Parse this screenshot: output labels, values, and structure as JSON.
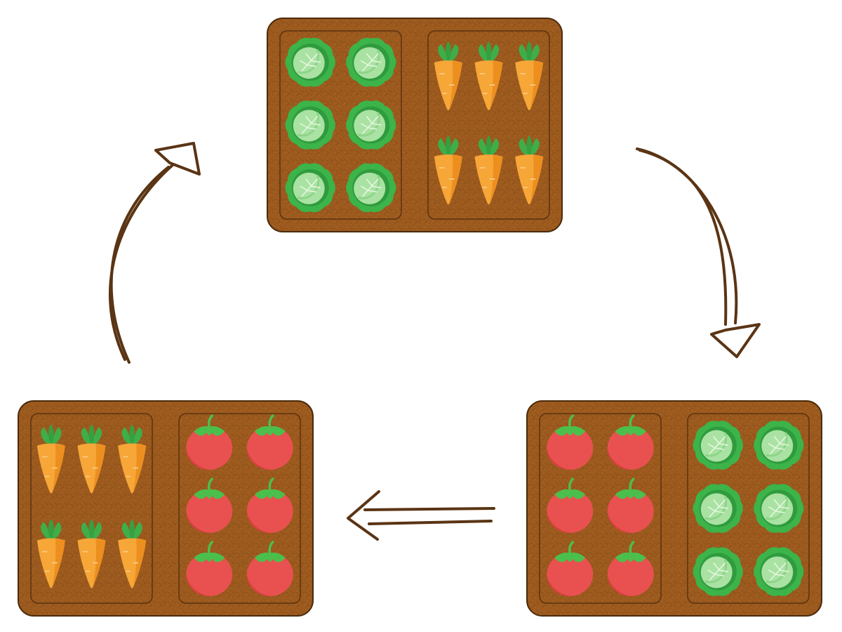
{
  "colors": {
    "background": "#ffffff",
    "soil": "#9c5a1e",
    "soil_dark": "#7a4416",
    "bed_outline": "#5a3210",
    "arrow": "#5a3414",
    "cabbage_outer": "#3cb44a",
    "cabbage_inner": "#a9e2a2",
    "cabbage_vein": "#e6f6e0",
    "carrot_body": "#f7a638",
    "carrot_shade": "#ec8f1f",
    "carrot_leaf": "#3fae49",
    "tomato_body": "#e8514f",
    "tomato_leaf": "#4bbf4c"
  },
  "diagram": {
    "plots": [
      {
        "id": "top",
        "beds": [
          {
            "crop": "cabbage",
            "rows": 3,
            "cols": 2
          },
          {
            "crop": "carrot",
            "rows": 2,
            "cols": 3
          }
        ]
      },
      {
        "id": "bottom-right",
        "beds": [
          {
            "crop": "tomato",
            "rows": 3,
            "cols": 2
          },
          {
            "crop": "cabbage",
            "rows": 3,
            "cols": 2
          }
        ]
      },
      {
        "id": "bottom-left",
        "beds": [
          {
            "crop": "carrot",
            "rows": 2,
            "cols": 3
          },
          {
            "crop": "tomato",
            "rows": 3,
            "cols": 2
          }
        ]
      }
    ],
    "arrows": [
      {
        "from": "top",
        "to": "bottom-right"
      },
      {
        "from": "bottom-right",
        "to": "bottom-left"
      },
      {
        "from": "bottom-left",
        "to": "top"
      }
    ]
  }
}
